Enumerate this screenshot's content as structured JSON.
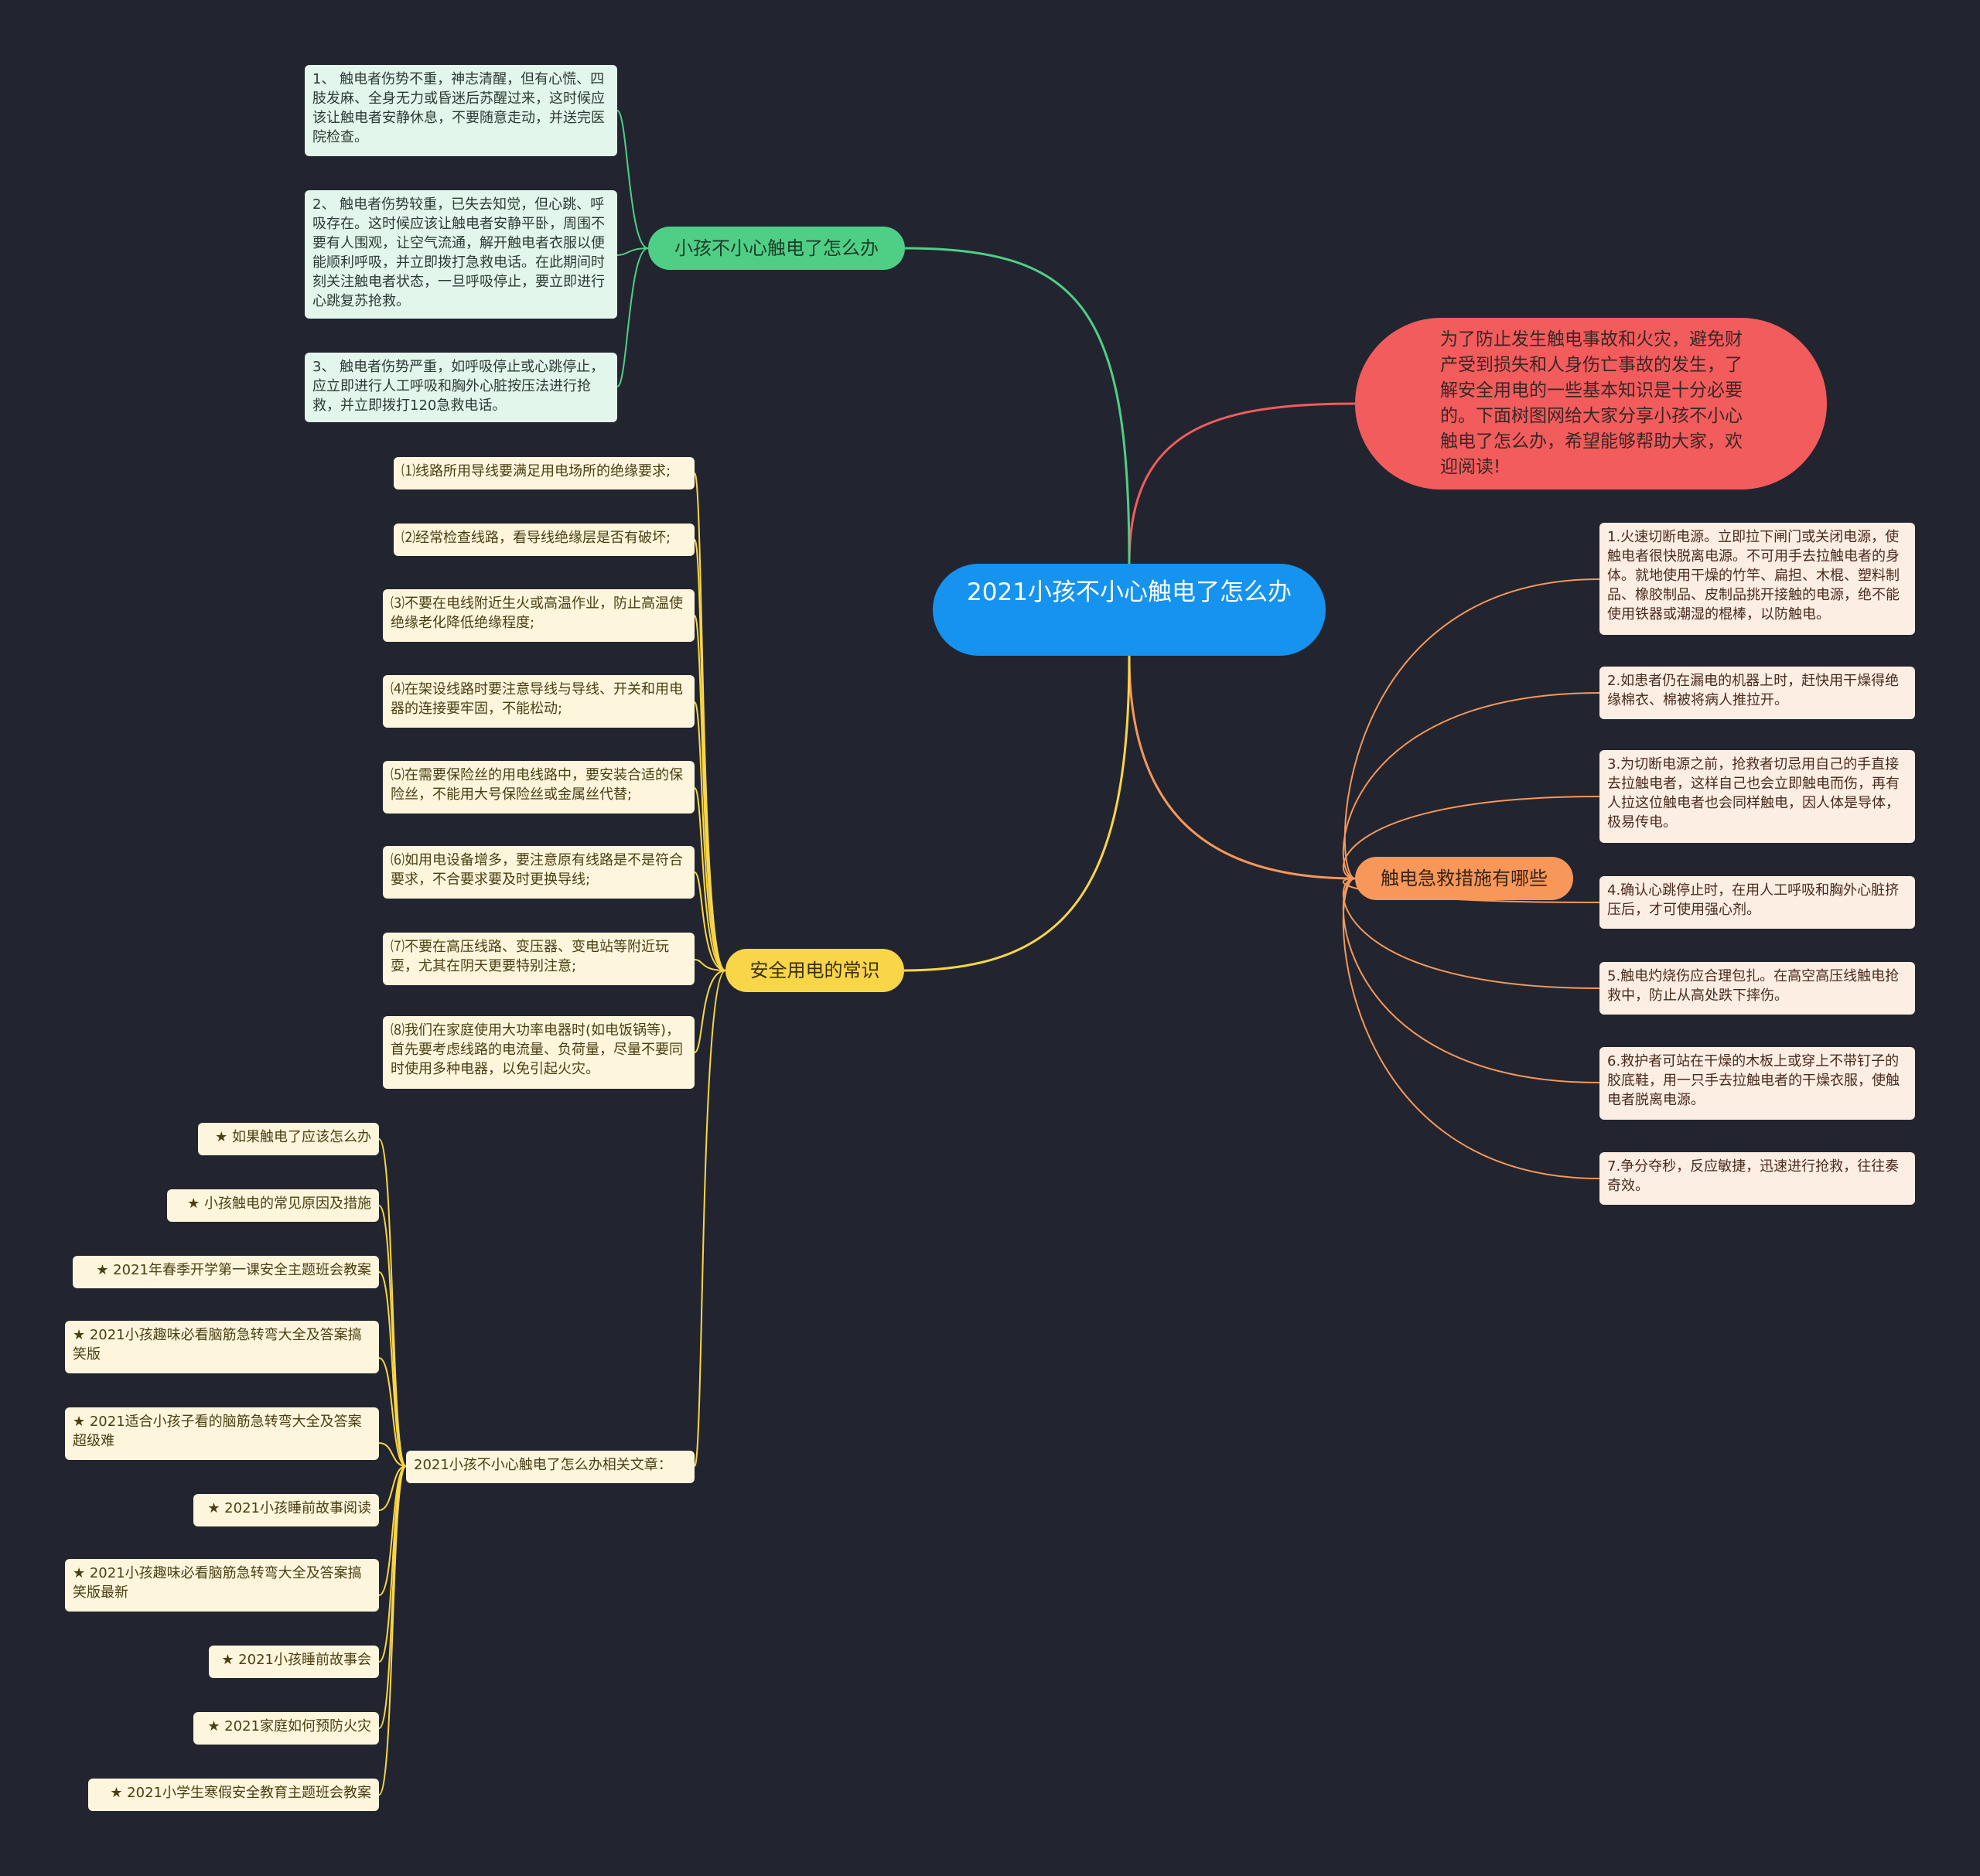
{
  "center": {
    "title": "2021小孩不小心触电了怎么办"
  },
  "intro": {
    "text": "为了防止发生触电事故和火灾，避免财产受到损失和人身伤亡事故的发生，了解安全用电的一些基本知识是十分必要的。下面树图网给大家分享小孩不小心触电了怎么办，希望能够帮助大家，欢迎阅读!"
  },
  "branch_green": {
    "label": "小孩不小心触电了怎么办",
    "items": [
      "1、 触电者伤势不重，神志清醒，但有心慌、四肢发麻、全身无力或昏迷后苏醒过来，这时候应该让触电者安静休息，不要随意走动，并送完医院检查。",
      "2、 触电者伤势较重，已失去知觉，但心跳、呼吸存在。这时候应该让触电者安静平卧，周围不要有人围观，让空气流通，解开触电者衣服以便能顺利呼吸，并立即拨打急救电话。在此期间时刻关注触电者状态，一旦呼吸停止，要立即进行心跳复苏抢救。",
      "3、 触电者伤势严重，如呼吸停止或心跳停止，应立即进行人工呼吸和胸外心脏按压法进行抢救，并立即拨打120急救电话。"
    ]
  },
  "branch_orange": {
    "label": "触电急救措施有哪些",
    "items": [
      "1.火速切断电源。立即拉下闸门或关闭电源，使触电者很快脱离电源。不可用手去拉触电者的身体。就地使用干燥的竹竿、扁担、木棍、塑料制品、橡胶制品、皮制品挑开接触的电源，绝不能使用铁器或潮湿的棍棒，以防触电。",
      "2.如患者仍在漏电的机器上时，赶快用干燥得绝缘棉衣、棉被将病人推拉开。",
      "3.为切断电源之前，抢救者切忌用自己的手直接去拉触电者，这样自己也会立即触电而伤，再有人拉这位触电者也会同样触电，因人体是导体，极易传电。",
      "4.确认心跳停止时，在用人工呼吸和胸外心脏挤压后，才可使用强心剂。",
      "5.触电灼烧伤应合理包扎。在高空高压线触电抢救中，防止从高处跌下摔伤。",
      "6.救护者可站在干燥的木板上或穿上不带钉子的胶底鞋，用一只手去拉触电者的干燥衣服，使触电者脱离电源。",
      "7.争分夺秒，反应敏捷，迅速进行抢救，往往奏奇效。"
    ]
  },
  "branch_yellow": {
    "label": "安全用电的常识",
    "items": [
      "⑴线路所用导线要满足用电场所的绝缘要求;",
      "⑵经常检查线路，看导线绝缘层是否有破坏;",
      "⑶不要在电线附近生火或高温作业，防止高温使绝缘老化降低绝缘程度;",
      "⑷在架设线路时要注意导线与导线、开关和用电器的连接要牢固，不能松动;",
      "⑸在需要保险丝的用电线路中，要安装合适的保险丝，不能用大号保险丝或金属丝代替;",
      "⑹如用电设备增多，要注意原有线路是不是符合要求，不合要求要及时更换导线;",
      "⑺不要在高压线路、变压器、变电站等附近玩耍，尤其在阴天更要特别注意;",
      "⑻我们在家庭使用大功率电器时(如电饭锅等)，首先要考虑线路的电流量、负荷量，尽量不要同时使用多种电器，以免引起火灾。"
    ],
    "related_label": "2021小孩不小心触电了怎么办相关文章：",
    "related": [
      "★ 如果触电了应该怎么办",
      "★ 小孩触电的常见原因及措施",
      "★ 2021年春季开学第一课安全主题班会教案",
      "★ 2021小孩趣味必看脑筋急转弯大全及答案搞笑版",
      "★ 2021适合小孩子看的脑筋急转弯大全及答案超级难",
      "★ 2021小孩睡前故事阅读",
      "★ 2021小孩趣味必看脑筋急转弯大全及答案搞笑版最新",
      "★ 2021小孩睡前故事会",
      "★ 2021家庭如何预防火灾",
      "★ 2021小学生寒假安全教育主题班会教案"
    ]
  },
  "colors": {
    "background": "#22252f",
    "center": "#1593ee",
    "intro": "#f35c5c",
    "green": "#4fcf86",
    "orange": "#f7975a",
    "yellow": "#f9d648"
  }
}
